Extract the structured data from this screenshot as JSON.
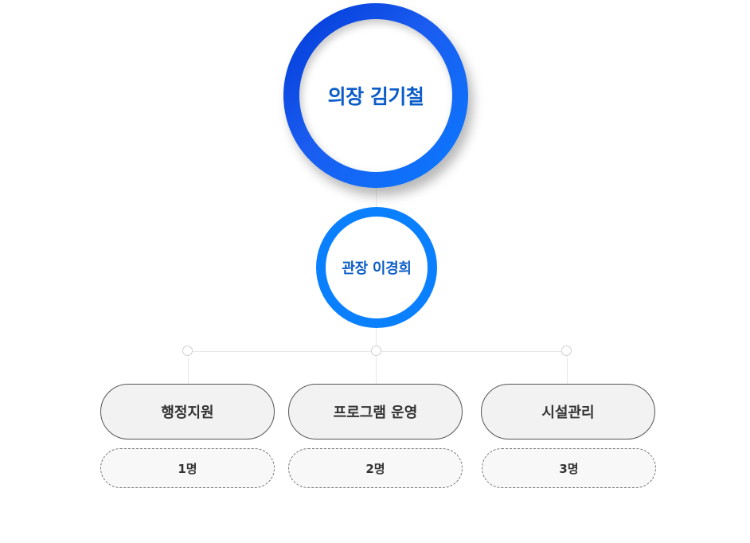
{
  "chair": {
    "label": "의장 김기철"
  },
  "director": {
    "label": "관장 이경희"
  },
  "departments": [
    {
      "name": "행정지원",
      "count": "1명"
    },
    {
      "name": "프로그램 운영",
      "count": "2명"
    },
    {
      "name": "시설관리",
      "count": "3명"
    }
  ],
  "colors": {
    "chair_ring_start": "#0038d6",
    "chair_ring_end": "#0a7bff",
    "director_ring": "#0a80ff",
    "label_text": "#0b5cc8",
    "dept_fill": "#f2f2f2",
    "connector": "#e8e8e8"
  }
}
